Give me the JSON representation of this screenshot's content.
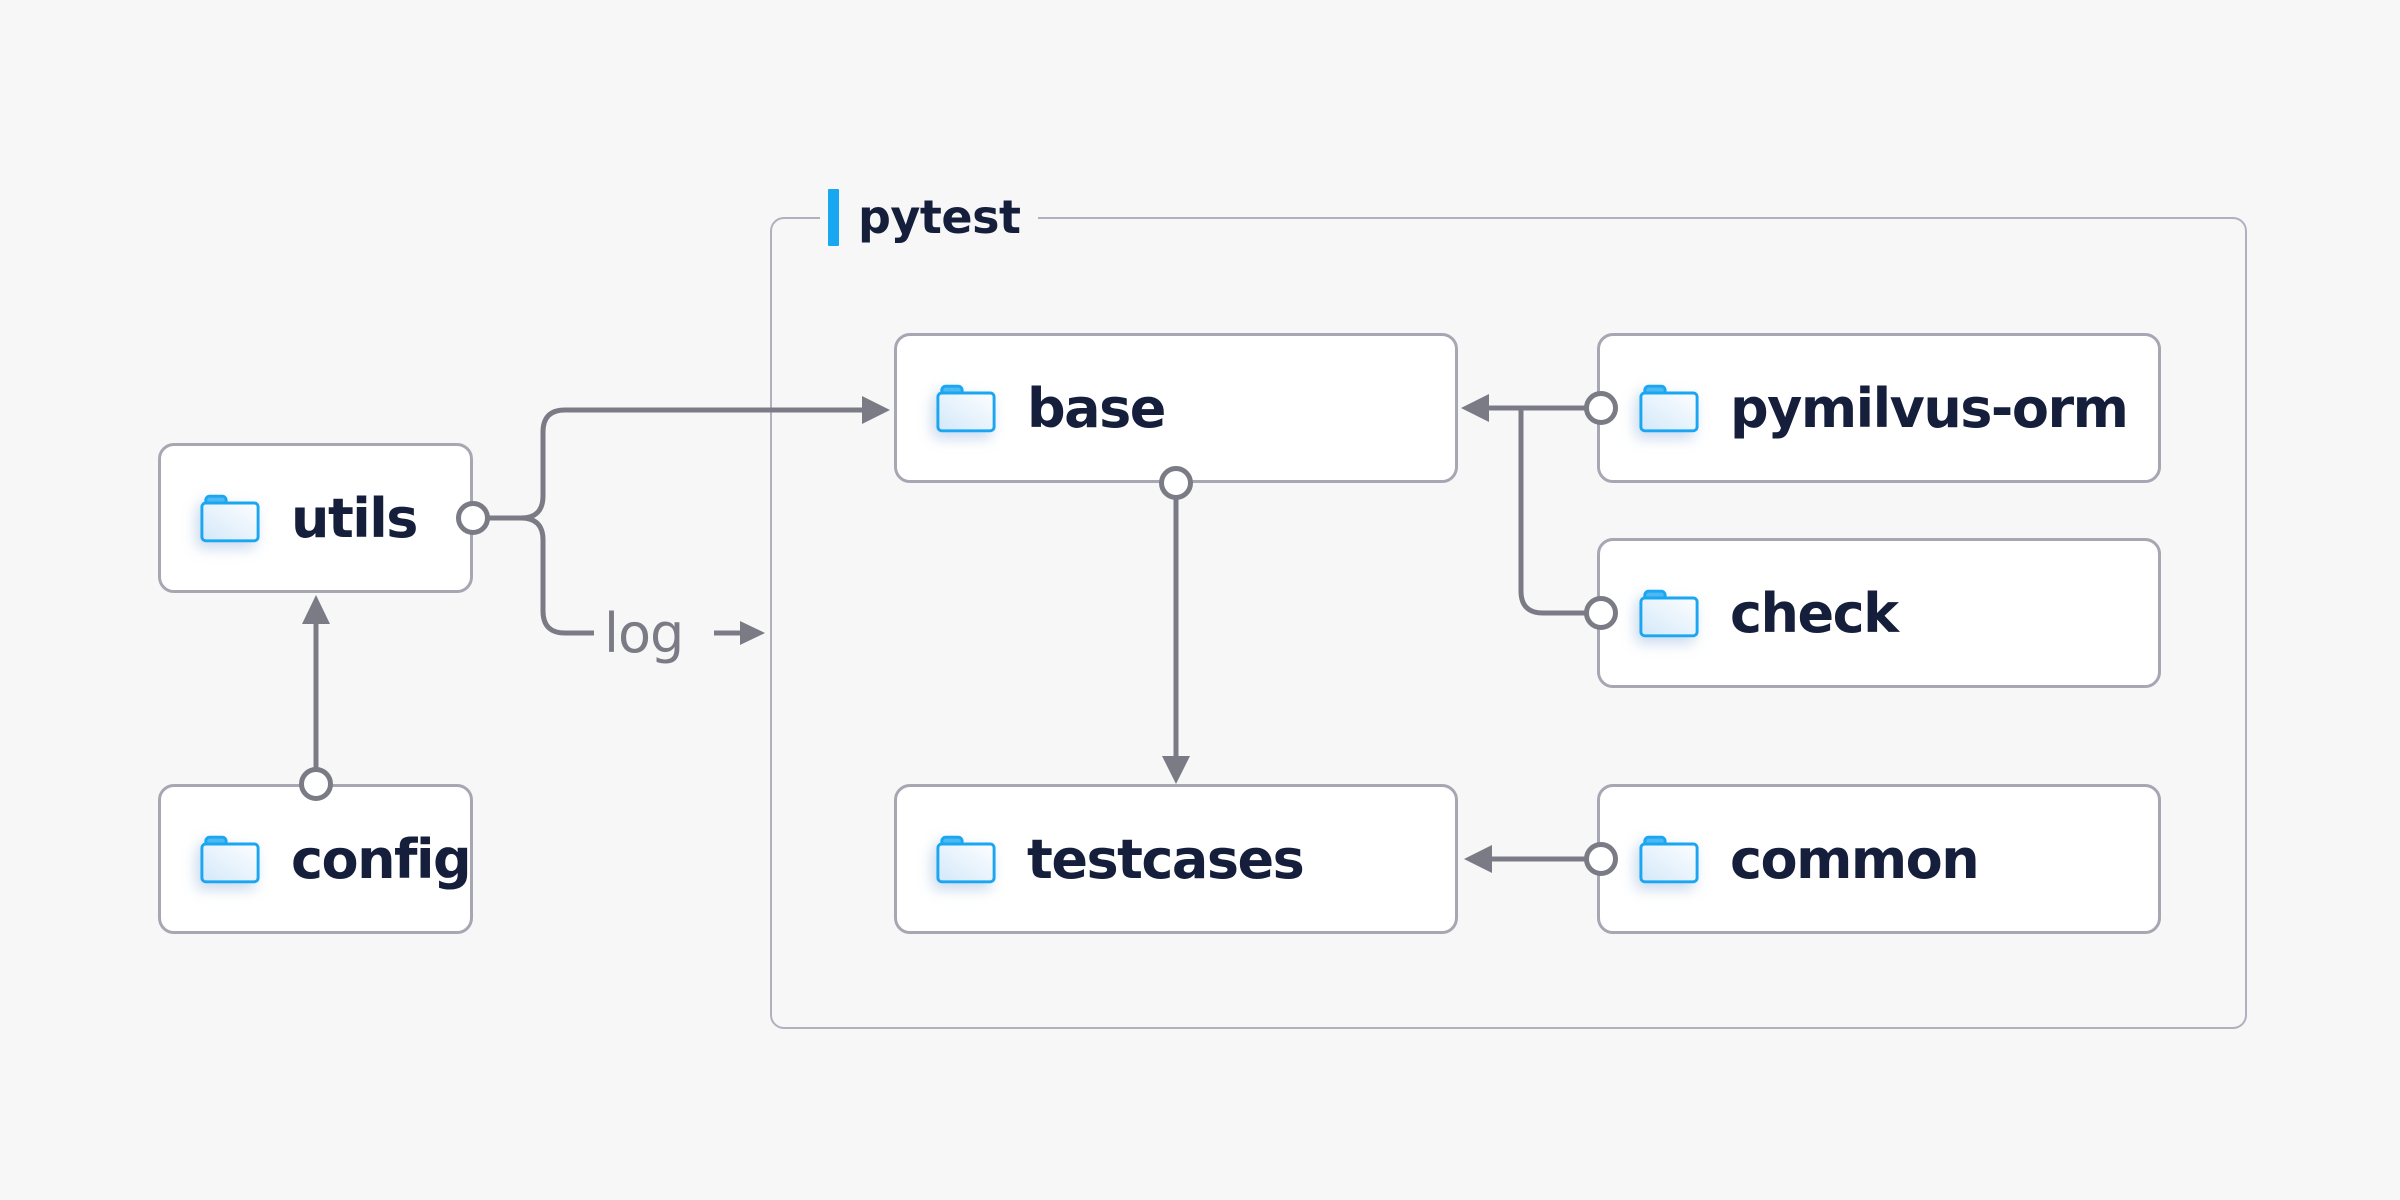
{
  "diagram": {
    "group": {
      "label": "pytest"
    },
    "nodes": [
      {
        "id": "utils",
        "label": "utils"
      },
      {
        "id": "config",
        "label": "config"
      },
      {
        "id": "base",
        "label": "base"
      },
      {
        "id": "pymilvus-orm",
        "label": "pymilvus-orm"
      },
      {
        "id": "check",
        "label": "check"
      },
      {
        "id": "testcases",
        "label": "testcases"
      },
      {
        "id": "common",
        "label": "common"
      }
    ],
    "log_edge_label": "log",
    "edges": [
      {
        "from": "config",
        "to": "utils"
      },
      {
        "from": "utils",
        "to": "base"
      },
      {
        "from": "utils",
        "to": "log"
      },
      {
        "from": "base",
        "to": "testcases"
      },
      {
        "from": "pymilvus-orm",
        "to": "base"
      },
      {
        "from": "check",
        "to": "base"
      },
      {
        "from": "common",
        "to": "testcases"
      }
    ],
    "colors": {
      "background": "#F7F7F8",
      "node_fill": "#FFFFFF",
      "node_border": "#A7A7B3",
      "container_border": "#B2B0BF",
      "edge_gray": "#7B7B86",
      "accent_blue": "#18A7F0",
      "folder_blue": "#1AA6F0",
      "text_navy": "#151E3A",
      "log_text_gray": "#7B7B86"
    }
  }
}
